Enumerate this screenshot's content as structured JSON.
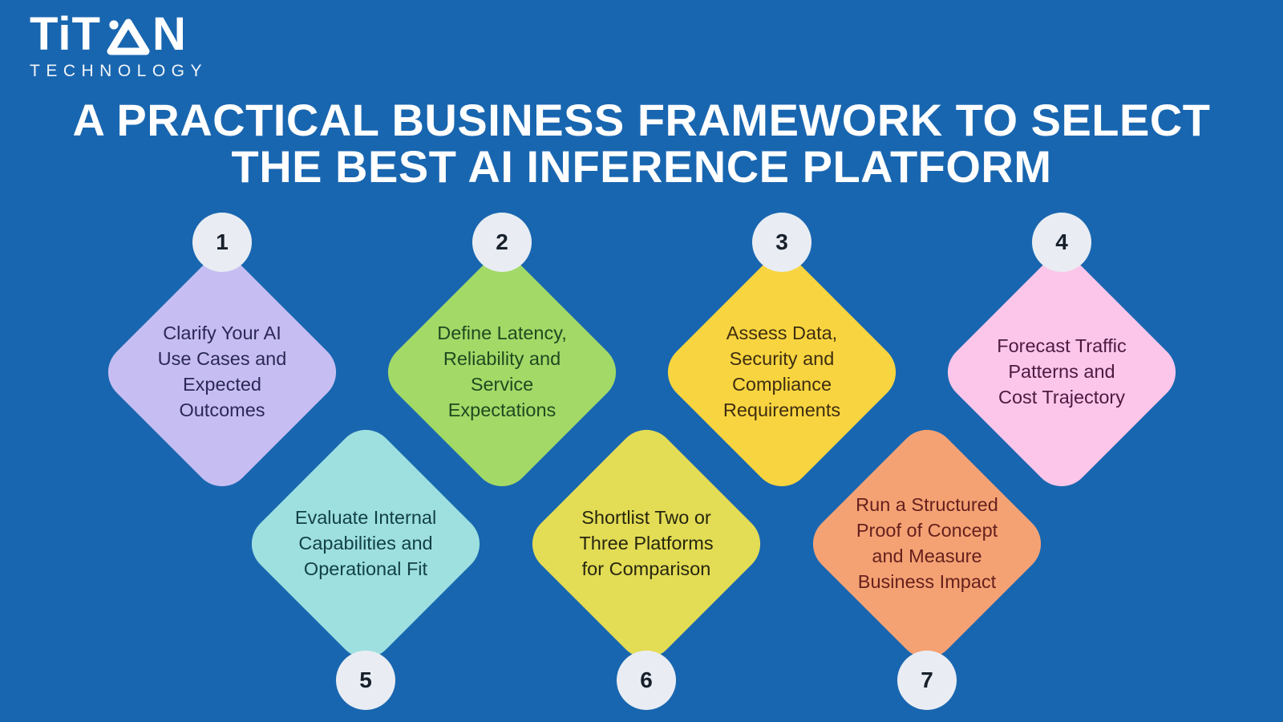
{
  "background_color": "#1966b0",
  "logo": {
    "name": "TiTAN Technology",
    "word_start": "TiT",
    "word_end": "N",
    "tagline": "TECHNOLOGY",
    "color": "#ffffff"
  },
  "title": {
    "text": "A PRACTICAL BUSINESS FRAMEWORK TO SELECT\nTHE BEST AI INFERENCE PLATFORM",
    "color": "#ffffff"
  },
  "badge": {
    "fill": "#e9edf3",
    "number_color": "#17202b"
  },
  "steps": [
    {
      "number": "1",
      "label": "Clarify Your AI\nUse Cases and\nExpected\nOutcomes",
      "fill": "#c6bef2",
      "text_color": "#2b2856",
      "badge_position": "top"
    },
    {
      "number": "2",
      "label": "Define Latency,\nReliability and\nService\nExpectations",
      "fill": "#a3d967",
      "text_color": "#1d4a20",
      "badge_position": "top"
    },
    {
      "number": "3",
      "label": "Assess Data,\nSecurity and\nCompliance\nRequirements",
      "fill": "#f8d540",
      "text_color": "#3f2d11",
      "badge_position": "top"
    },
    {
      "number": "4",
      "label": "Forecast Traffic\nPatterns and\nCost Trajectory",
      "fill": "#fbc6ea",
      "text_color": "#4d1a40",
      "badge_position": "top"
    },
    {
      "number": "5",
      "label": "Evaluate Internal\nCapabilities and\nOperational Fit",
      "fill": "#9de0df",
      "text_color": "#123f48",
      "badge_position": "bottom"
    },
    {
      "number": "6",
      "label": "Shortlist Two or\nThree Platforms\nfor Comparison",
      "fill": "#e3dc55",
      "text_color": "#26260e",
      "badge_position": "bottom"
    },
    {
      "number": "7",
      "label": "Run a Structured\nProof of Concept\nand Measure\nBusiness Impact",
      "fill": "#f4a274",
      "text_color": "#66201d",
      "badge_position": "bottom"
    }
  ]
}
